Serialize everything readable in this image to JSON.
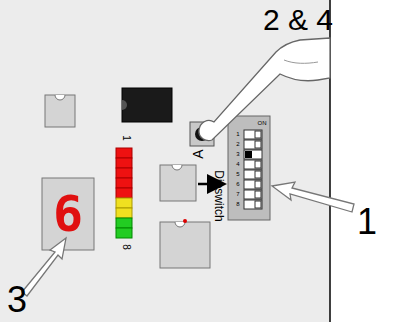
{
  "diagram": {
    "labels": [
      "2 & 4",
      "A",
      "1",
      "Dipswitch",
      "ON",
      "1",
      "2",
      "3",
      "4",
      "5",
      "6",
      "7",
      "8",
      "6",
      "8",
      "1",
      "3"
    ]
  }
}
